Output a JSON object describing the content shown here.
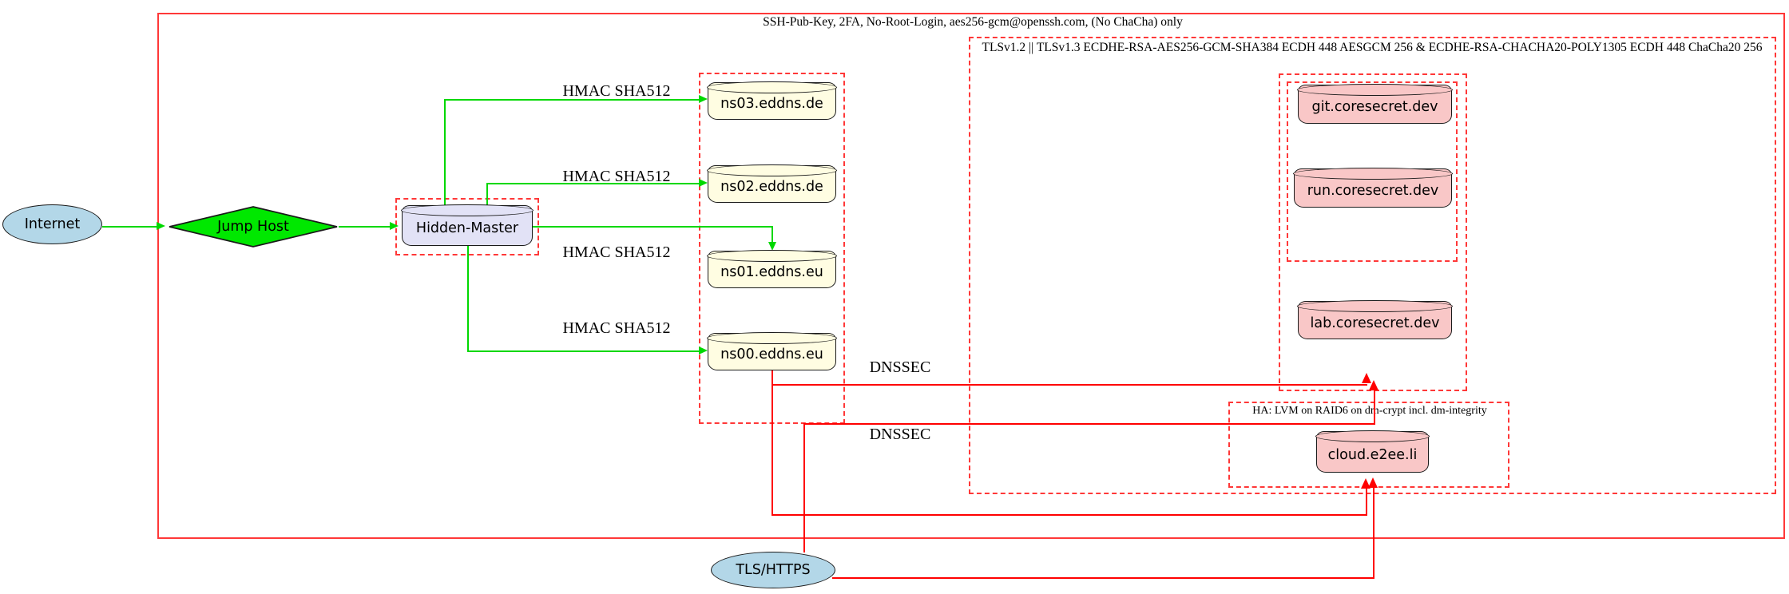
{
  "diagram": {
    "clusters": {
      "ssh": {
        "label": "SSH-Pub-Key, 2FA, No-Root-Login, aes256-gcm@openssh.com, (No ChaCha) only"
      },
      "tls": {
        "label": "TLSv1.2 || TLSv1.3 ECDHE-RSA-AES256-GCM-SHA384 ECDH 448 AESGCM 256 & ECDHE-RSA-CHACHA20-POLY1305 ECDH 448 ChaCha20 256"
      },
      "ha": {
        "label": "HA: LVM on RAID6 on dm-crypt incl. dm-integrity"
      }
    },
    "nodes": {
      "internet": {
        "label": "Internet",
        "shape": "ellipse"
      },
      "jump_host": {
        "label": "Jump Host",
        "shape": "diamond"
      },
      "hidden_master": {
        "label": "Hidden-Master",
        "shape": "cylinder"
      },
      "ns03": {
        "label": "ns03.eddns.de",
        "shape": "cylinder"
      },
      "ns02": {
        "label": "ns02.eddns.de",
        "shape": "cylinder"
      },
      "ns01": {
        "label": "ns01.eddns.eu",
        "shape": "cylinder"
      },
      "ns00": {
        "label": "ns00.eddns.eu",
        "shape": "cylinder"
      },
      "git": {
        "label": "git.coresecret.dev",
        "shape": "cylinder"
      },
      "run": {
        "label": "run.coresecret.dev",
        "shape": "cylinder"
      },
      "lab": {
        "label": "lab.coresecret.dev",
        "shape": "cylinder"
      },
      "cloud": {
        "label": "cloud.e2ee.li",
        "shape": "cylinder"
      },
      "tls_https": {
        "label": "TLS/HTTPS",
        "shape": "ellipse"
      }
    },
    "edge_labels": {
      "hmac_ns03": "HMAC SHA512",
      "hmac_ns02": "HMAC SHA512",
      "hmac_ns01": "HMAC SHA512",
      "hmac_ns00": "HMAC SHA512",
      "dnssec_top": "DNSSEC",
      "dnssec_bottom": "DNSSEC"
    },
    "colors": {
      "cluster-border": "#ff3838",
      "edge-green": "#00d800",
      "edge-red": "#ff0000",
      "fill-lightblue": "#b3d7e8",
      "fill-green": "#00e800",
      "fill-lavender": "#e2e2f6",
      "fill-lightyellow": "#fffde2",
      "fill-pink": "#f9c7c7",
      "node-stroke": "#1a1a1a"
    }
  }
}
